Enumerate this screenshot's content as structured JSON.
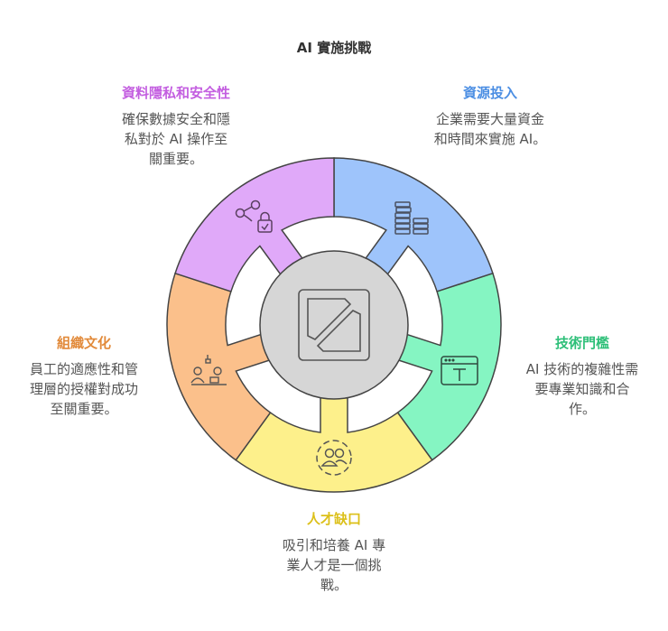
{
  "title": "AI 實施挑戰",
  "center": {
    "icon": "resize-square-icon",
    "color": "#d6d6d6"
  },
  "segments": [
    {
      "key": "resources",
      "title": "資源投入",
      "lines": [
        "企業需要大量資金",
        "和時間來實施 AI。"
      ],
      "fill": "#9ec4fb",
      "title_color": "#4b8ee3",
      "icon": "coin-stack-icon"
    },
    {
      "key": "tech",
      "title": "技術門檻",
      "lines": [
        "AI 技術的複雜性需",
        "要專業知識和合",
        "作。"
      ],
      "fill": "#85f5c2",
      "title_color": "#2dbf78",
      "icon": "browser-text-icon"
    },
    {
      "key": "talent",
      "title": "人才缺口",
      "lines": [
        "吸引和培養 AI 專",
        "業人才是一個挑",
        "戰。"
      ],
      "fill": "#fdf08b",
      "title_color": "#dcc01a",
      "icon": "people-group-icon"
    },
    {
      "key": "culture",
      "title": "組織文化",
      "lines": [
        "員工的適應性和管",
        "理層的授權對成功",
        "至關重要。"
      ],
      "fill": "#fbc08b",
      "title_color": "#e28a3a",
      "icon": "team-meeting-icon"
    },
    {
      "key": "privacy",
      "title": "資料隱私和安全性",
      "lines": [
        "確保數據安全和隱",
        "私對於 AI 操作至",
        "關重要。"
      ],
      "fill": "#e0a9f9",
      "title_color": "#c35ee0",
      "icon": "share-lock-icon"
    }
  ]
}
